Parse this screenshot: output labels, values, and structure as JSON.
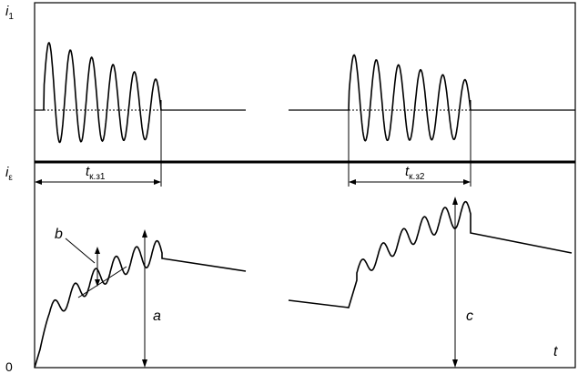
{
  "labels": {
    "i1_main": "i",
    "i1_sub": "1",
    "ie_main": "i",
    "ie_sub": "ε",
    "tk1_main": "t",
    "tk1_sub": "к.з1",
    "tk2_main": "t",
    "tk2_sub": "к.з2",
    "a": "a",
    "b": "b",
    "c": "c",
    "t": "t",
    "zero": "0"
  }
}
